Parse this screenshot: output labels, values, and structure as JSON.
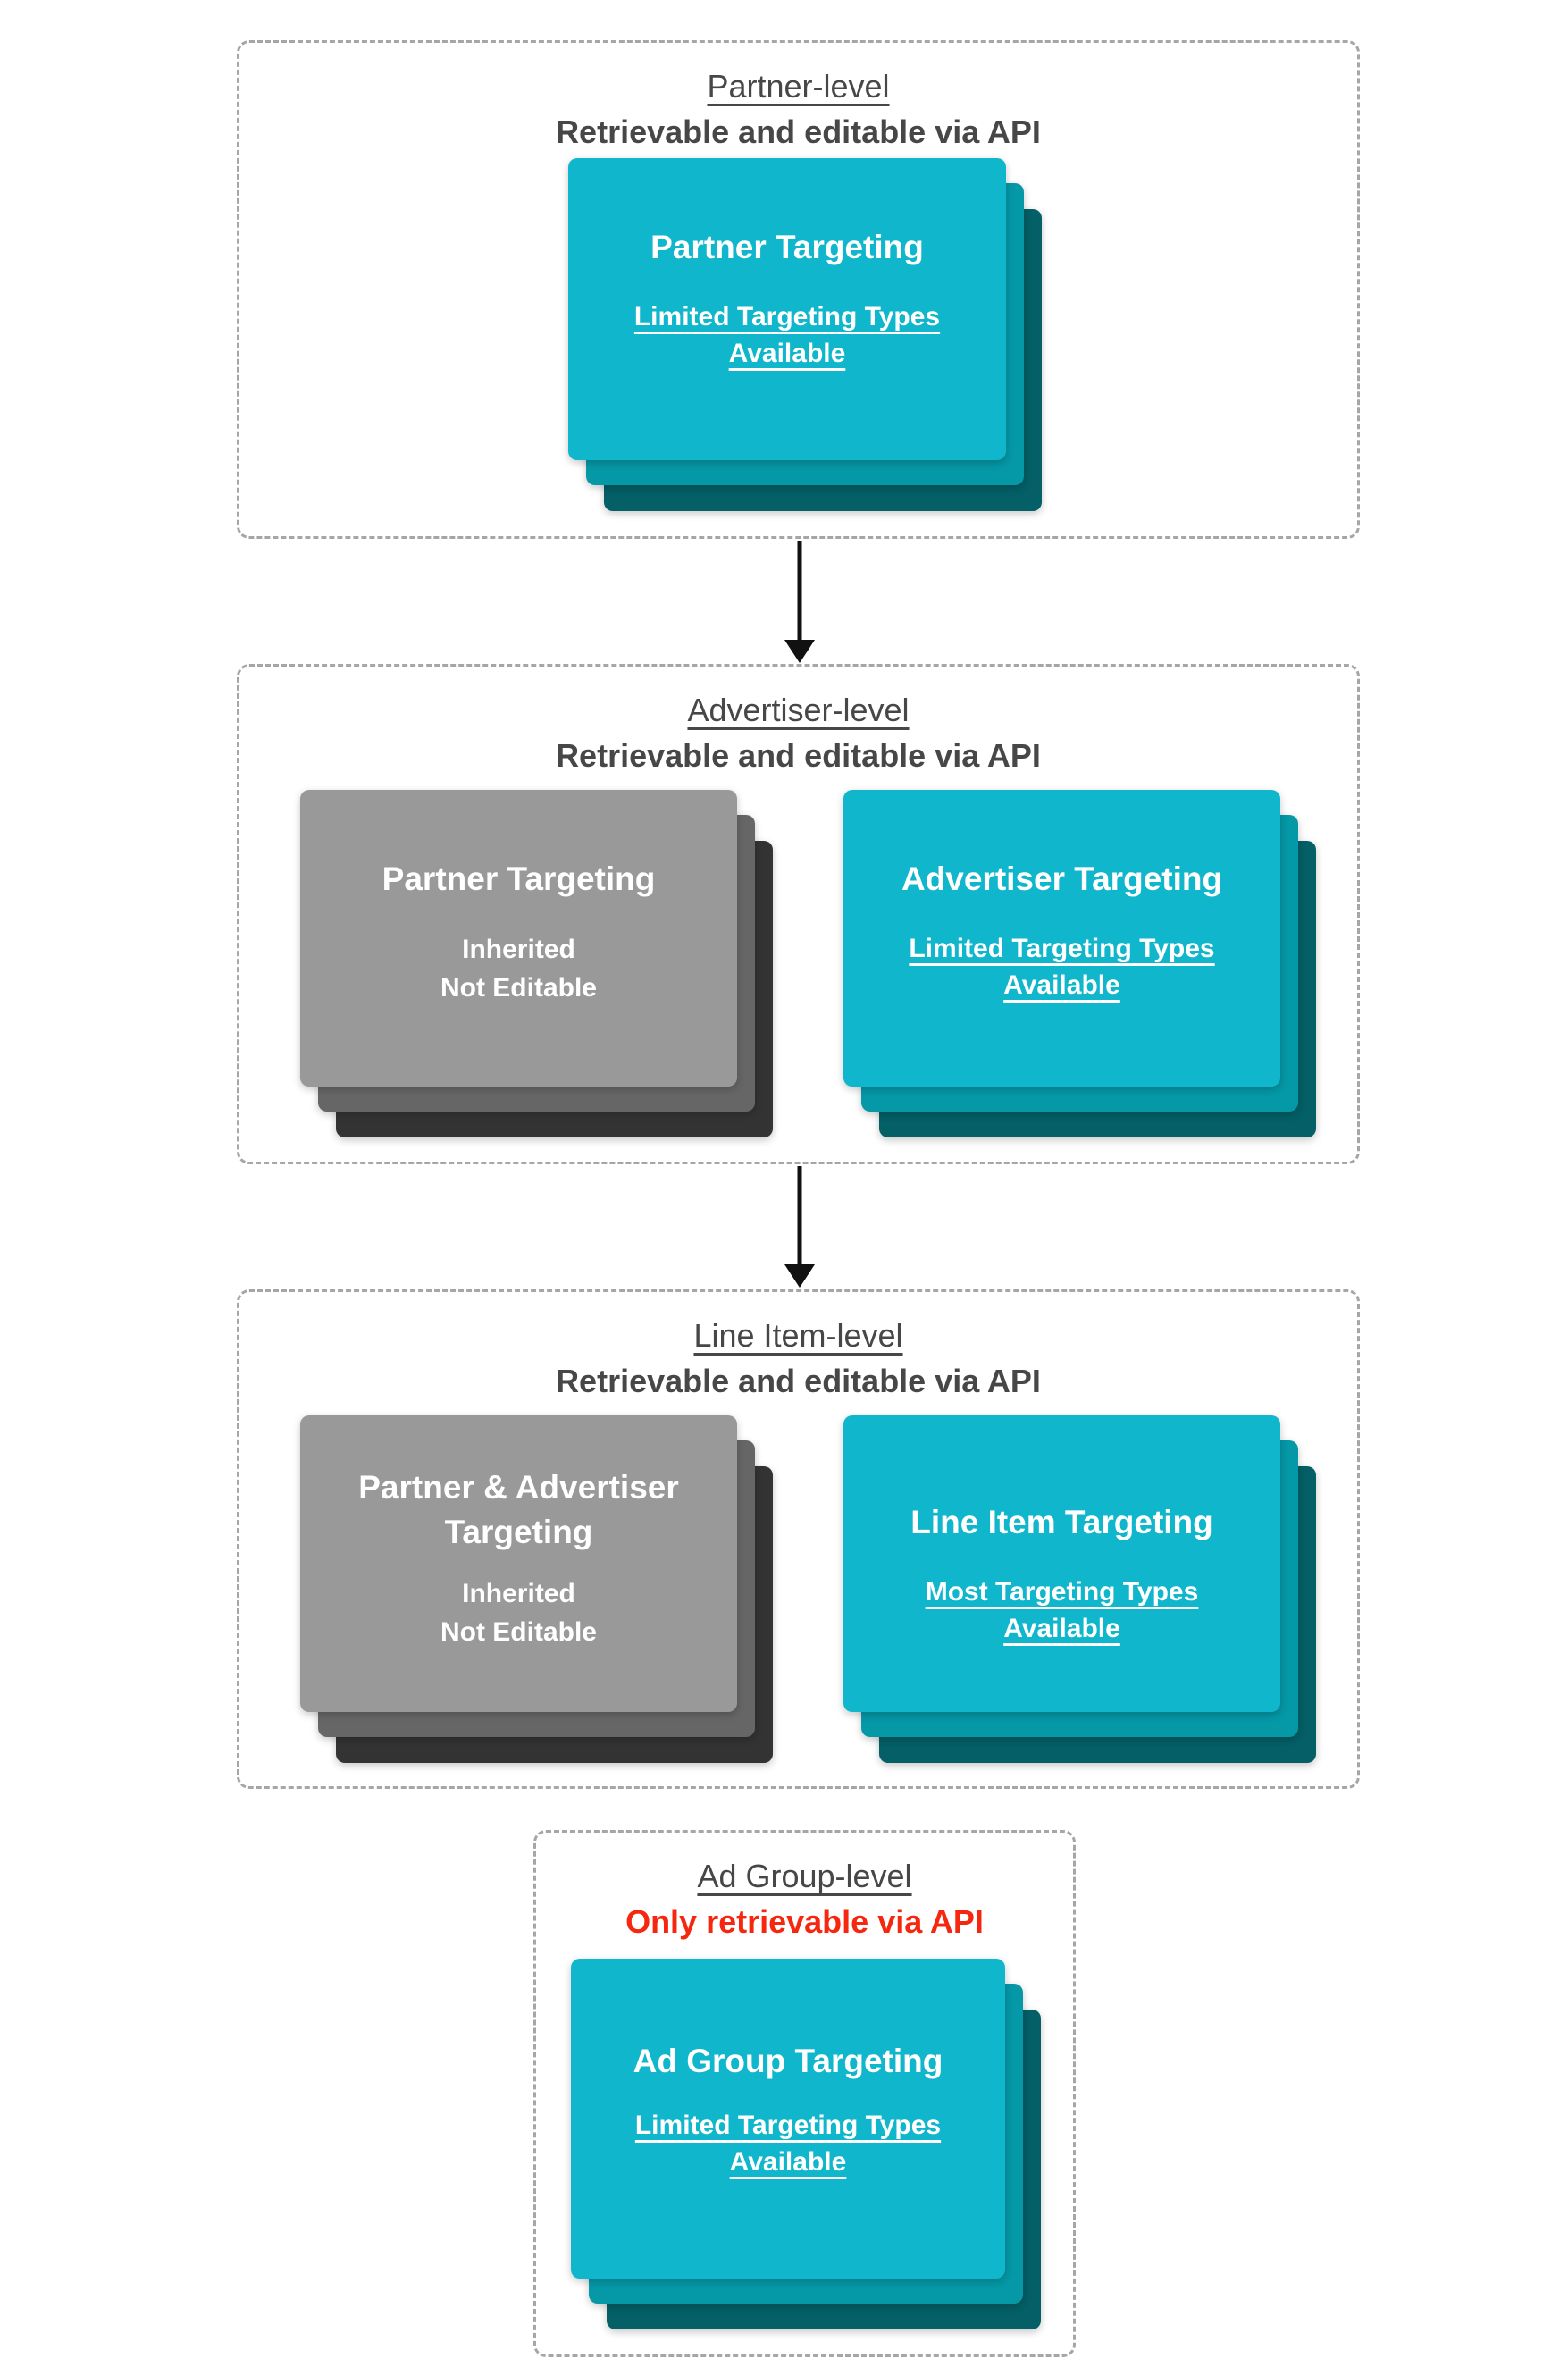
{
  "colors": {
    "teal": "#10b6cc",
    "teal_mid": "#0598a6",
    "teal_dark": "#045f66",
    "gray": "#999999",
    "gray_mid": "#666666",
    "gray_dark": "#333333",
    "text": "#474747",
    "red": "#f5270e",
    "border": "#a6a6a6",
    "white": "#ffffff"
  },
  "sections": [
    {
      "title": "Partner-level",
      "subtitle": "Retrievable and editable via API",
      "cards": [
        {
          "heading": "Partner Targeting",
          "lines": [
            "Limited Targeting Types",
            "Available"
          ]
        }
      ]
    },
    {
      "title": "Advertiser-level",
      "subtitle": "Retrievable and editable via API",
      "cards": [
        {
          "heading": "Partner Targeting",
          "lines": [
            "Inherited",
            "Not Editable"
          ]
        },
        {
          "heading": "Advertiser Targeting",
          "lines": [
            "Limited Targeting Types",
            "Available"
          ]
        }
      ]
    },
    {
      "title": "Line Item-level",
      "subtitle": "Retrievable and editable via API",
      "cards": [
        {
          "heading": "Partner & Advertiser Targeting",
          "lines": [
            "Inherited",
            "Not Editable"
          ]
        },
        {
          "heading": "Line Item Targeting",
          "lines": [
            "Most Targeting Types",
            "Available"
          ]
        }
      ]
    },
    {
      "title": "Ad Group-level",
      "subtitle": "Only retrievable via API",
      "cards": [
        {
          "heading": "Ad Group Targeting",
          "lines": [
            "Limited Targeting Types",
            "Available"
          ]
        }
      ]
    }
  ]
}
